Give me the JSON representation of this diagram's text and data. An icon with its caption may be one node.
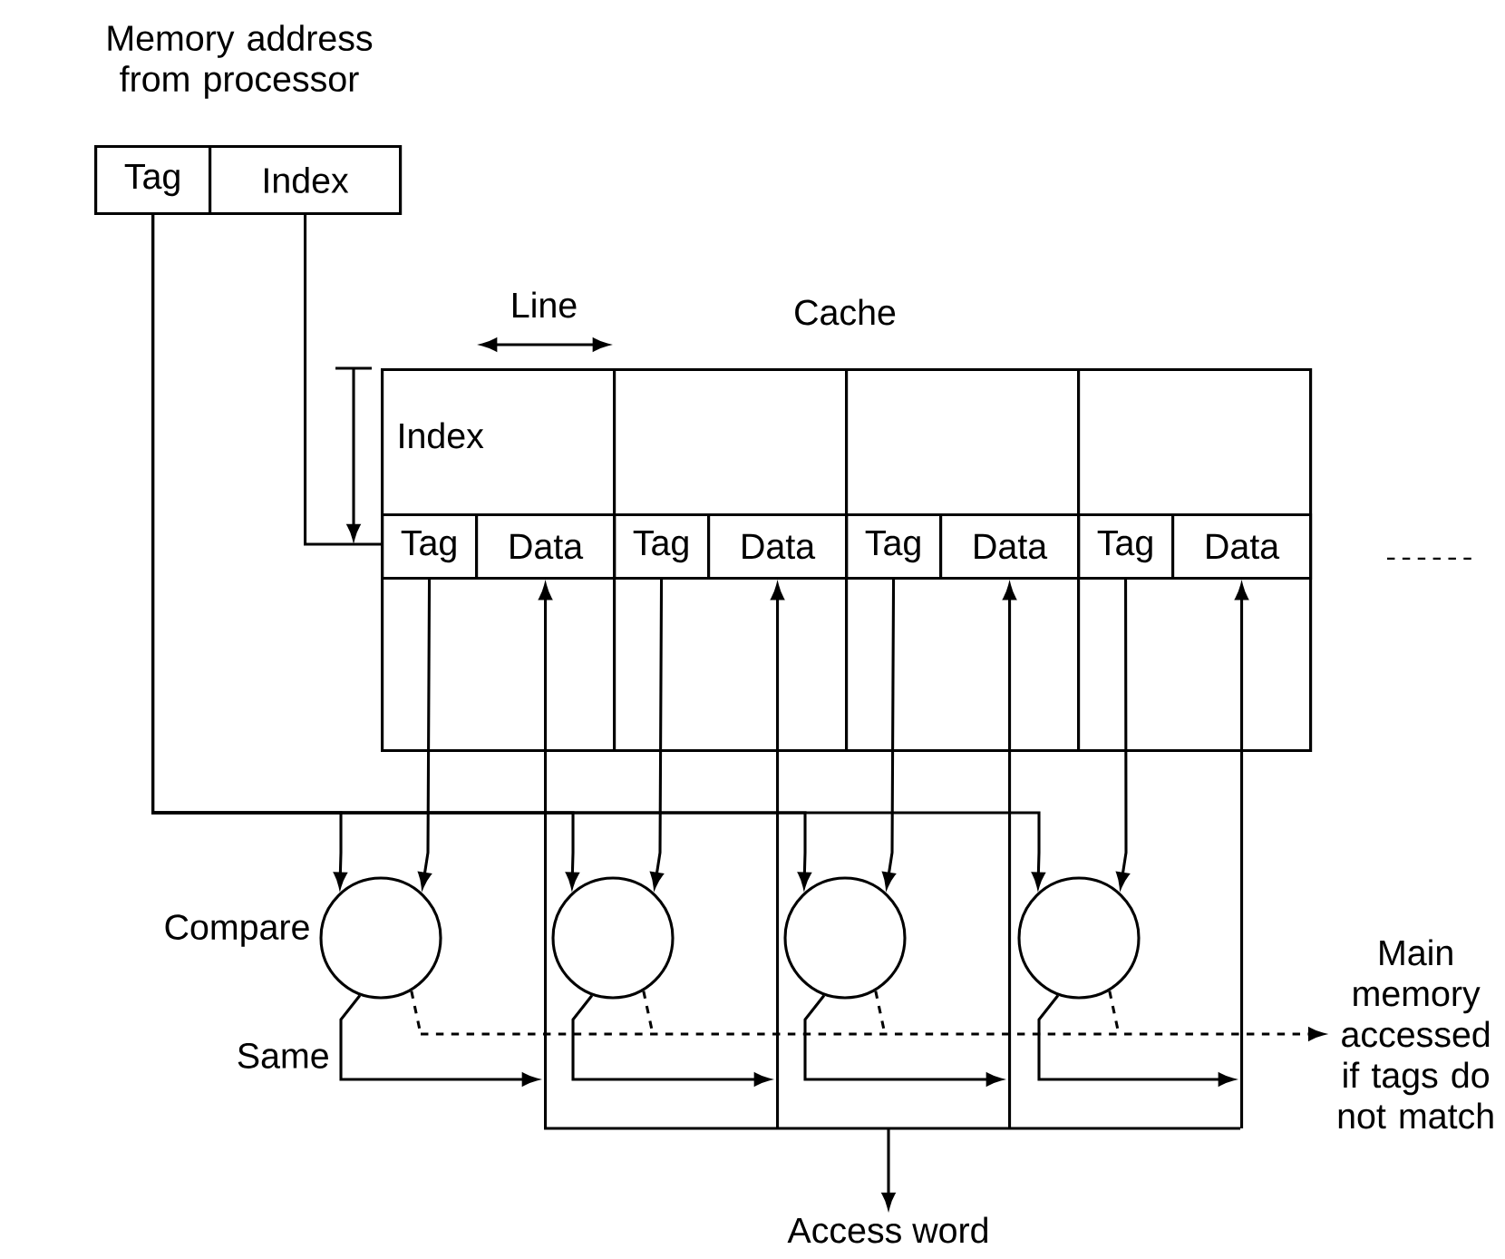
{
  "diagram": {
    "nodes": [
      {
        "text": [
          "Memory address from processor"
        ]
      },
      {
        "text": [
          "Tag"
        ],
        "in": 0
      },
      {
        "text": [
          "Index"
        ],
        "in": 0
      },
      {
        "text": [
          "Cache"
        ]
      },
      {
        "text": [
          "Index"
        ],
        "in": 3
      },
      {
        "text": [],
        "shape": "box",
        "in": 3
      },
      {
        "text": [],
        "shape": "box",
        "in": 3
      },
      {
        "text": [],
        "shape": "box",
        "in": 3
      },
      {
        "text": [
          "Tag"
        ],
        "in": 4
      },
      {
        "text": [
          "Data"
        ],
        "in": 4
      },
      {
        "text": [
          "Tag"
        ],
        "in": 5
      },
      {
        "text": [
          "Data"
        ],
        "in": 5
      },
      {
        "text": [
          "Tag"
        ],
        "in": 6
      },
      {
        "text": [
          "Data"
        ],
        "in": 6
      },
      {
        "text": [
          "Tag"
        ],
        "in": 7
      },
      {
        "text": [
          "Data"
        ],
        "in": 7
      },
      {
        "text": [],
        "shape": "circle",
        "beside": [
          "Compare"
        ]
      },
      {
        "text": [],
        "shape": "circle"
      },
      {
        "text": [],
        "shape": "circle"
      },
      {
        "text": [],
        "shape": "circle"
      },
      {
        "text": [
          "Access word"
        ]
      },
      {
        "text": [
          "Main memory accessed if tags do not match"
        ]
      }
    ],
    "edges": [
      {
        "from": 1,
        "to": 16,
        "arrow": "to"
      },
      {
        "from": 1,
        "to": 17,
        "arrow": "to"
      },
      {
        "from": 1,
        "to": 18,
        "arrow": "to"
      },
      {
        "from": 1,
        "to": 19,
        "arrow": "to"
      },
      {
        "from": 2,
        "to": 3,
        "arrow": "none"
      },
      {
        "from": 8,
        "to": 16,
        "arrow": "to"
      },
      {
        "from": 10,
        "to": 17,
        "arrow": "to"
      },
      {
        "from": 12,
        "to": 18,
        "arrow": "to"
      },
      {
        "from": 14,
        "to": 19,
        "arrow": "to"
      },
      {
        "from": 16,
        "to": null,
        "arrow": "to",
        "label": "Same"
      },
      {
        "from": 17,
        "to": null,
        "arrow": "to"
      },
      {
        "from": 18,
        "to": null,
        "arrow": "to"
      },
      {
        "from": 19,
        "to": null,
        "arrow": "to"
      },
      {
        "from": 9,
        "to": 20,
        "arrow": "both"
      },
      {
        "from": 11,
        "to": 20,
        "arrow": "both"
      },
      {
        "from": 13,
        "to": 20,
        "arrow": "both"
      },
      {
        "from": 15,
        "to": 20,
        "arrow": "both"
      },
      {
        "from": 16,
        "to": 21,
        "arrow": "to",
        "style": "dashed"
      },
      {
        "from": 17,
        "to": 21,
        "arrow": "to",
        "style": "dashed"
      },
      {
        "from": 18,
        "to": 21,
        "arrow": "to",
        "style": "dashed"
      },
      {
        "from": 19,
        "to": 21,
        "arrow": "to",
        "style": "dashed"
      }
    ],
    "labels": [
      "Line"
    ]
  }
}
